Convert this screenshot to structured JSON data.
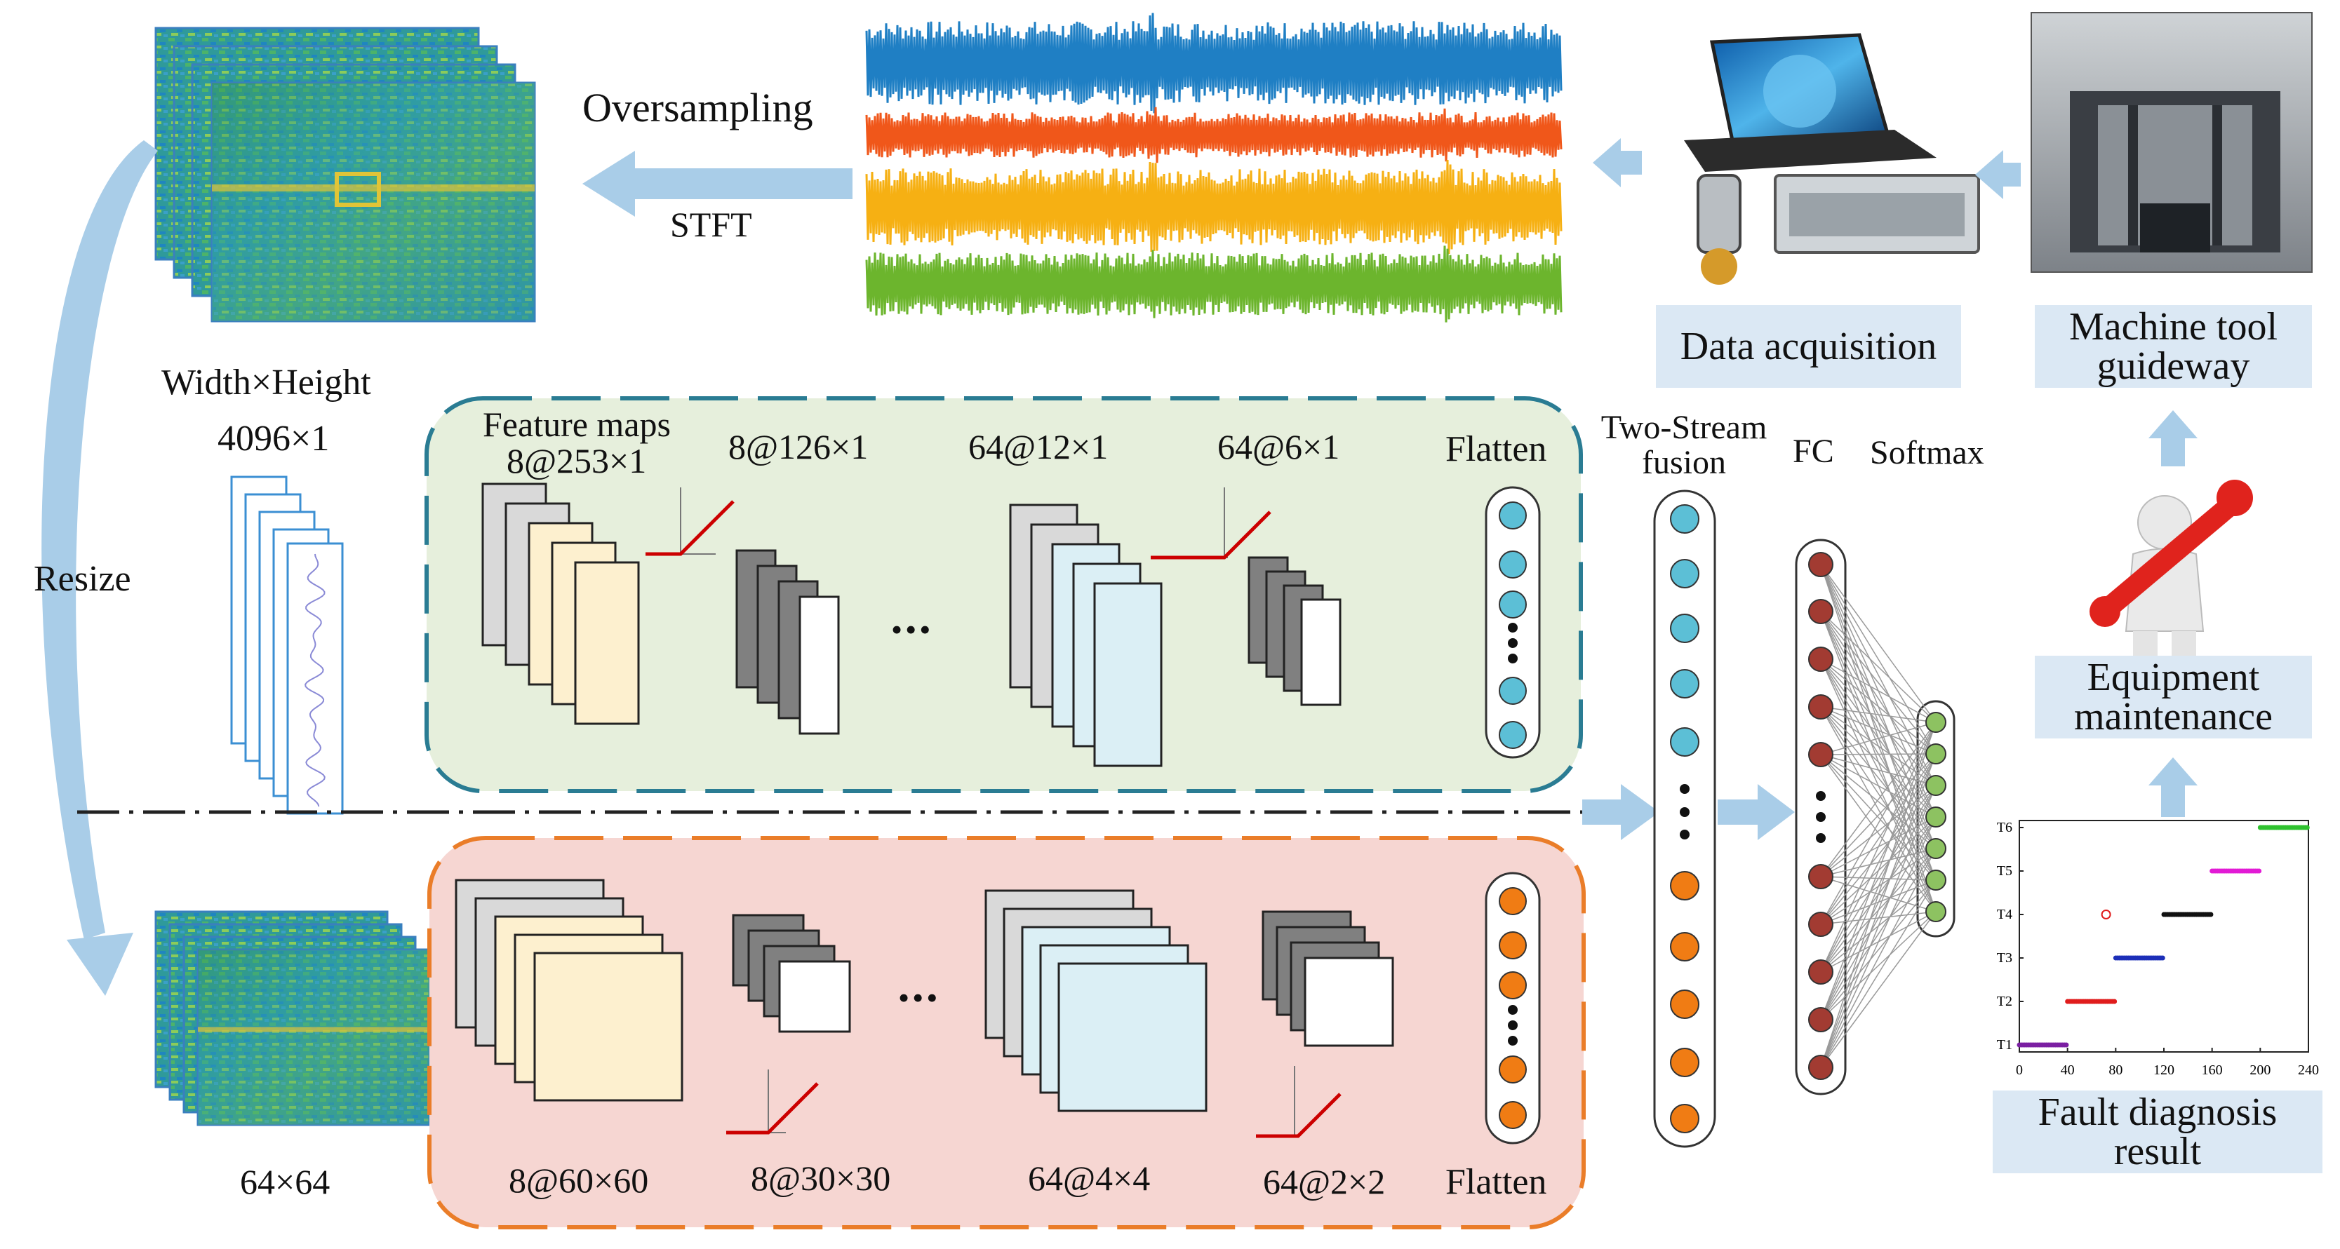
{
  "pipeline": {
    "oversampling": "Oversampling",
    "stft": "STFT",
    "resize": "Resize",
    "data_acquisition": "Data acquisition",
    "machine_tool": "Machine tool guideway",
    "equipment_maintenance": "Equipment maintenance",
    "fault_diagnosis": "Fault diagnosis result"
  },
  "inputs": {
    "dims_label": "Width×Height",
    "dims_1d": "4096×1",
    "dims_2d": "64×64"
  },
  "stream_1d": {
    "feature_maps_label": "Feature maps",
    "layers": [
      "8@253×1",
      "8@126×1",
      "64@12×1",
      "64@6×1"
    ],
    "flatten": "Flatten",
    "ellipsis": "•••"
  },
  "stream_2d": {
    "layers": [
      "8@60×60",
      "8@30×30",
      "64@4×4",
      "64@2×2"
    ],
    "flatten": "Flatten",
    "ellipsis": "•••"
  },
  "fusion": {
    "two_stream": "Two-Stream fusion",
    "fc": "FC",
    "softmax": "Softmax"
  },
  "signal_colors": [
    "#1f7fc4",
    "#f0571a",
    "#f6b013",
    "#6cb52d"
  ],
  "colors": {
    "stream1_bg": "#e6efdc",
    "stream1_border": "#2a7c93",
    "stream2_bg": "#f6d6d2",
    "stream2_border": "#ea7d29",
    "arrow": "#a9cde8",
    "node_teal": "#5cbfd6",
    "node_orange": "#f07c14",
    "node_red": "#a23b32",
    "node_green": "#8dc261",
    "relu": "#cc0000"
  },
  "result_chart": {
    "chart_data": {
      "type": "scatter",
      "categories": [
        "T1",
        "T2",
        "T3",
        "T4",
        "T5",
        "T6"
      ],
      "x_ticks": [
        0,
        40,
        80,
        120,
        160,
        200,
        240
      ],
      "xlim": [
        0,
        240
      ],
      "series": [
        {
          "class": "T1",
          "x_start": 0,
          "x_end": 40,
          "color": "#7b1fa2"
        },
        {
          "class": "T2",
          "x_start": 40,
          "x_end": 80,
          "color": "#e01c1c"
        },
        {
          "class": "T3",
          "x_start": 80,
          "x_end": 120,
          "color": "#1c2fb8"
        },
        {
          "class": "T4",
          "x_start": 120,
          "x_end": 160,
          "color": "#111111"
        },
        {
          "class": "T5",
          "x_start": 160,
          "x_end": 200,
          "color": "#e21ad5"
        },
        {
          "class": "T6",
          "x_start": 200,
          "x_end": 240,
          "color": "#2fc12f"
        }
      ],
      "outliers": [
        {
          "x": 72,
          "class": "T4",
          "color": "#e01c1c"
        }
      ]
    }
  }
}
